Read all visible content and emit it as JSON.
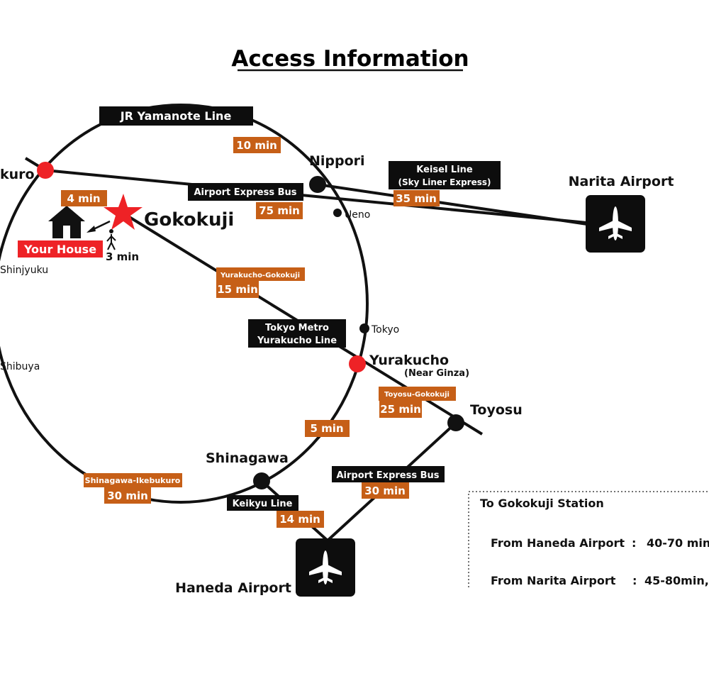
{
  "title": "Access Information",
  "stations": {
    "ikebukuro": "kuro",
    "nippori": "Nippori",
    "ueno": "Ueno",
    "tokyo": "Tokyo",
    "yurakucho": "Yurakucho",
    "yurakucho_note": "(Near Ginza)",
    "toyosu": "Toyosu",
    "shinagawa": "Shinagawa",
    "shinjyuku": "Shinjyuku",
    "shibuya": "Shibuya",
    "gokokuji": "Gokokuji"
  },
  "airports": {
    "narita": "Narita Airport",
    "haneda": "Haneda Airport",
    "icon": "airplane-icon"
  },
  "your_house": {
    "label": "Your House",
    "walk_time": "3 min",
    "icon": "house-icon"
  },
  "line_labels": {
    "yamanote": "JR Yamanote Line",
    "airport_bus_narita": "Airport Express Bus",
    "keisei_1": "Keisel Line",
    "keisei_2": "(Sky Liner Express)",
    "metro_1": "Tokyo Metro",
    "metro_2": "Yurakucho Line",
    "keikyu": "Keikyu Line",
    "airport_bus_haneda": "Airport Express Bus"
  },
  "route_labels": {
    "yurakucho_gokokuji": "Yurakucho-Gokokuji",
    "toyosu_gokokuji": "Toyosu-Gokokuji",
    "shinagawa_ikebukuro": "Shinagawa-Ikebukuro"
  },
  "times": {
    "ikebukuro_nippori": "10 min",
    "ikebukuro_gokokuji": "4 min",
    "bus_narita": "75 min",
    "keisei": "35 min",
    "yurakucho_gokokuji": "15 min",
    "toyosu_gokokuji": "25 min",
    "shinagawa_yurakucho": "5 min",
    "shinagawa_ikebukuro": "30 min",
    "keikyu": "14 min",
    "bus_haneda": "30 min"
  },
  "info_box": {
    "heading": "To Gokokuji Station",
    "haneda_label": "From Haneda Airport",
    "haneda_sep": ":",
    "haneda_value": "40-70 min",
    "narita_label": "From Narita Airport",
    "narita_sep": ":",
    "narita_value": "45-80min,"
  },
  "colors": {
    "station_highlight": "#ee2226",
    "label_black": "#0d0d0d",
    "label_orange": "#c65f17",
    "star": "#ee2226"
  }
}
